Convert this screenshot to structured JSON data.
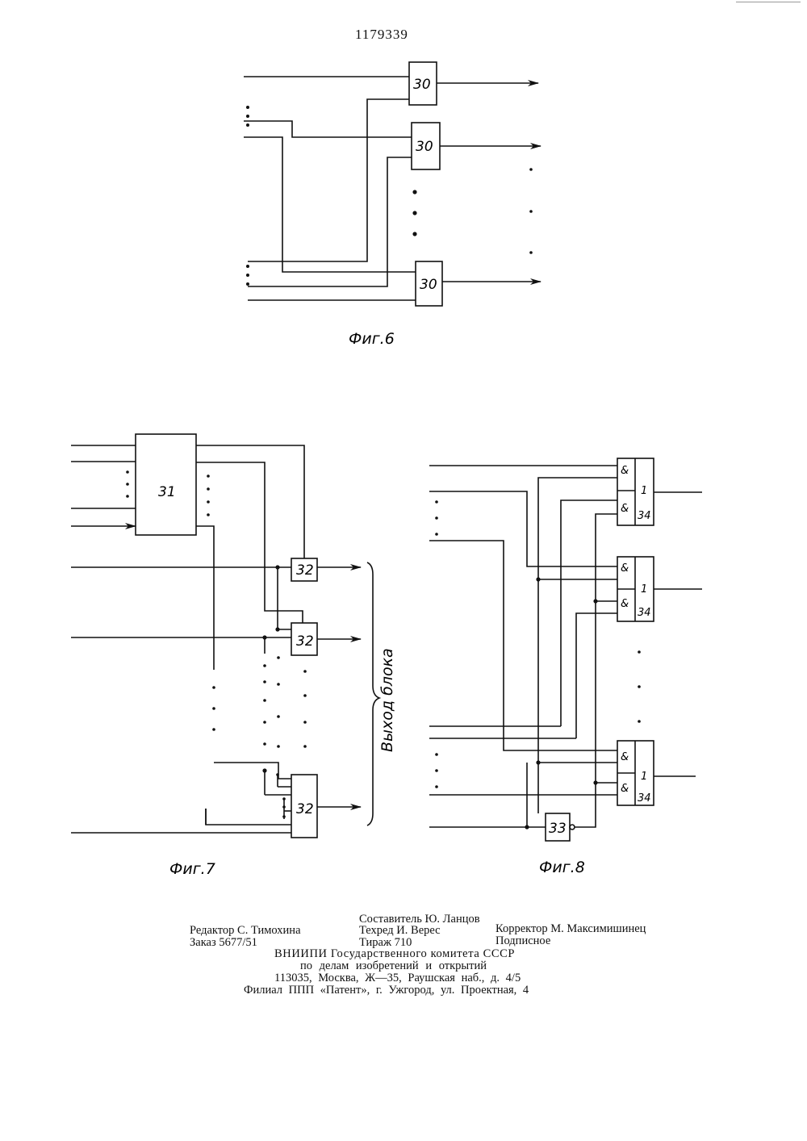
{
  "page": {
    "patent_number": "1179339"
  },
  "figures": {
    "fig6": {
      "caption": "Фиг.6",
      "block_label": "30"
    },
    "fig7": {
      "caption": "Фиг.7",
      "block_31": "31",
      "block_32": "32",
      "output_label": "Выход блока"
    },
    "fig8": {
      "caption": "Фиг.8",
      "and_symbol": "&",
      "or_symbol": "1",
      "block_34": "34",
      "block_33": "33"
    }
  },
  "colophon": {
    "compiler": "Составитель Ю. Ланцов",
    "editor": "Редактор С. Тимохина",
    "techred": "Техред И. Верес",
    "corrector": "Корректор М. Максимишинец",
    "order": "Заказ 5677/51",
    "circulation": "Тираж 710",
    "subscription": "Подписное",
    "org_line1": "ВНИИПИ Государственного комитета СССР",
    "org_line2": "по делам изобретений и открытий",
    "address": "113035, Москва, Ж—35, Раушская наб., д. 4/5",
    "branch": "Филиал ППП «Патент», г. Ужгород, ул. Проектная, 4"
  }
}
